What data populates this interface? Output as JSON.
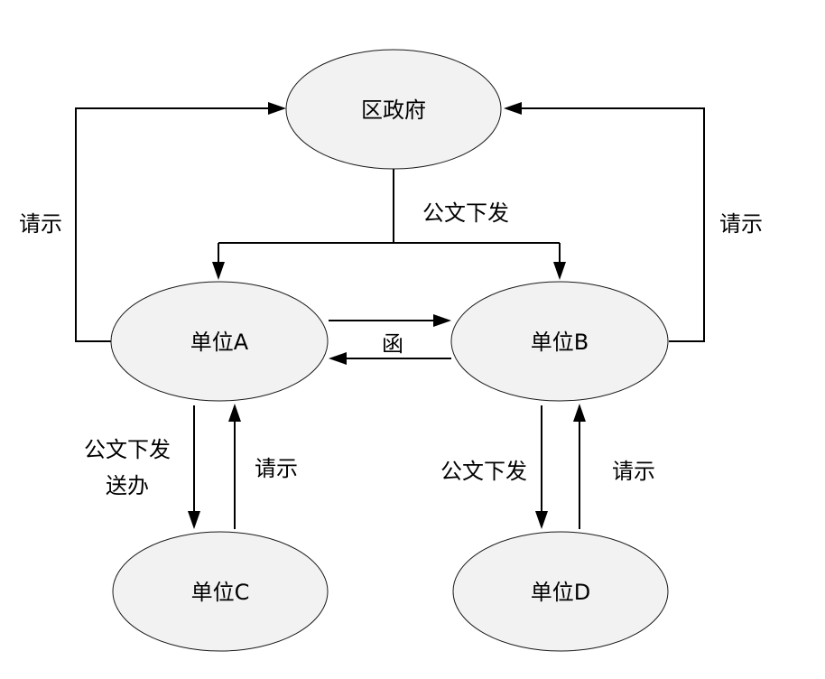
{
  "nodes": {
    "district_government": "区政府",
    "unit_a": "单位A",
    "unit_b": "单位B",
    "unit_c": "单位C",
    "unit_d": "单位D"
  },
  "edge_labels": {
    "a_to_gov": "请示",
    "b_to_gov": "请示",
    "gov_to_units": "公文下发",
    "a_b_letter": "函",
    "a_to_c_line1": "公文下发",
    "a_to_c_line2": "送办",
    "c_to_a": "请示",
    "b_to_d": "公文下发",
    "d_to_b": "请示"
  },
  "colors": {
    "node_fill": "#f2f2f2",
    "stroke": "#000000"
  }
}
